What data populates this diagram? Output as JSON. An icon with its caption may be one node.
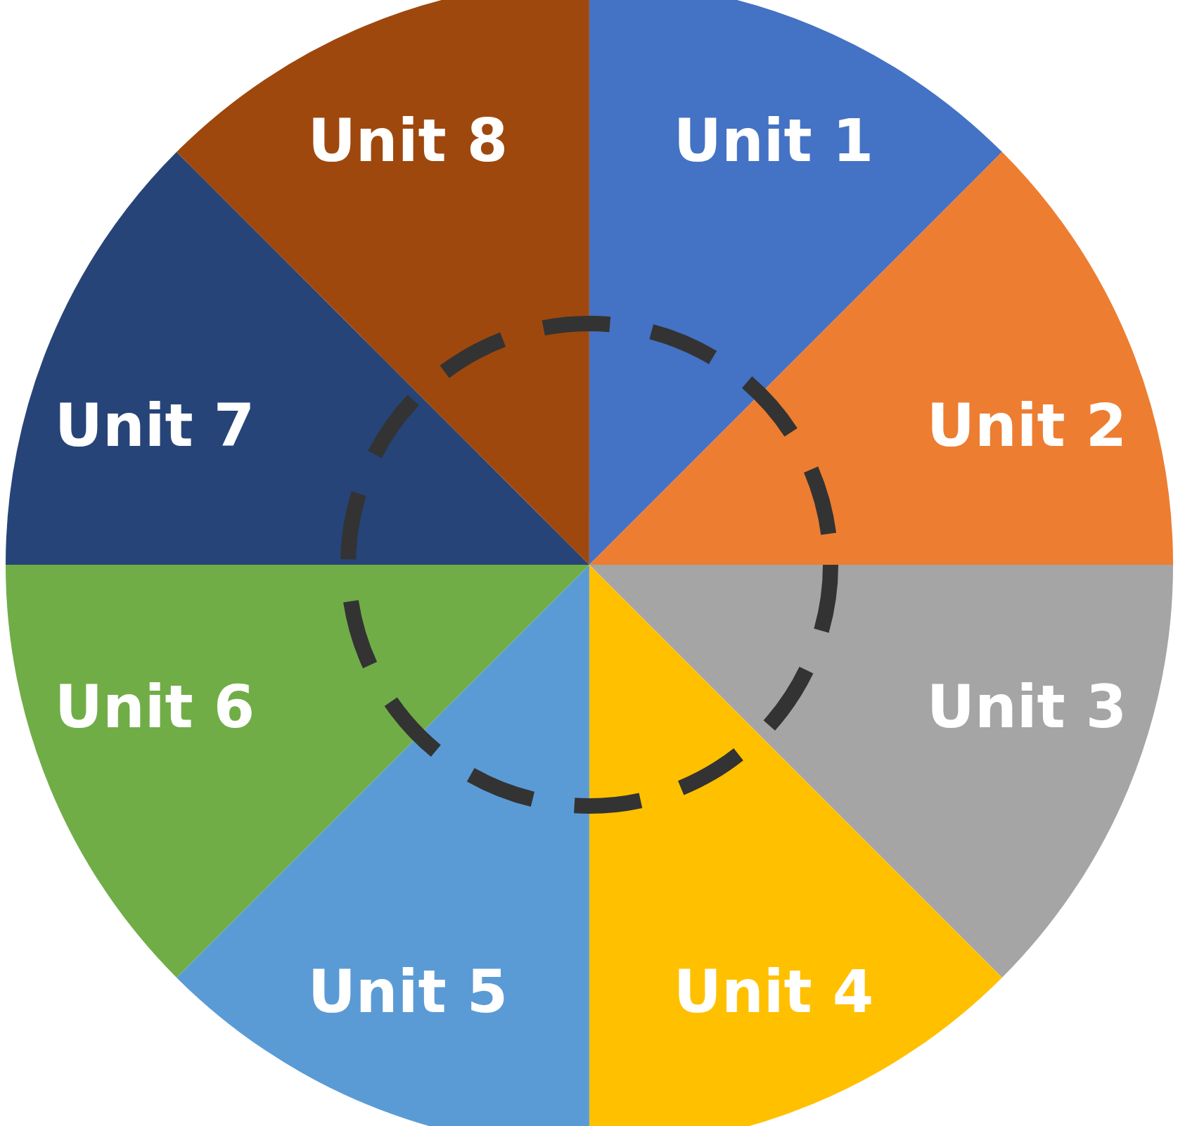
{
  "diagram": {
    "nodes": [
      {
        "text": [
          "Unit 1"
        ]
      },
      {
        "text": [
          "Unit 2"
        ]
      },
      {
        "text": [
          "Unit 3"
        ]
      },
      {
        "text": [
          "Unit 4"
        ]
      },
      {
        "text": [
          "Unit 5"
        ]
      },
      {
        "text": [
          "Unit 6"
        ]
      },
      {
        "text": [
          "Unit 7"
        ]
      },
      {
        "text": [
          "Unit 8"
        ]
      },
      {
        "text": [],
        "shape": "circle"
      }
    ],
    "edges": []
  }
}
